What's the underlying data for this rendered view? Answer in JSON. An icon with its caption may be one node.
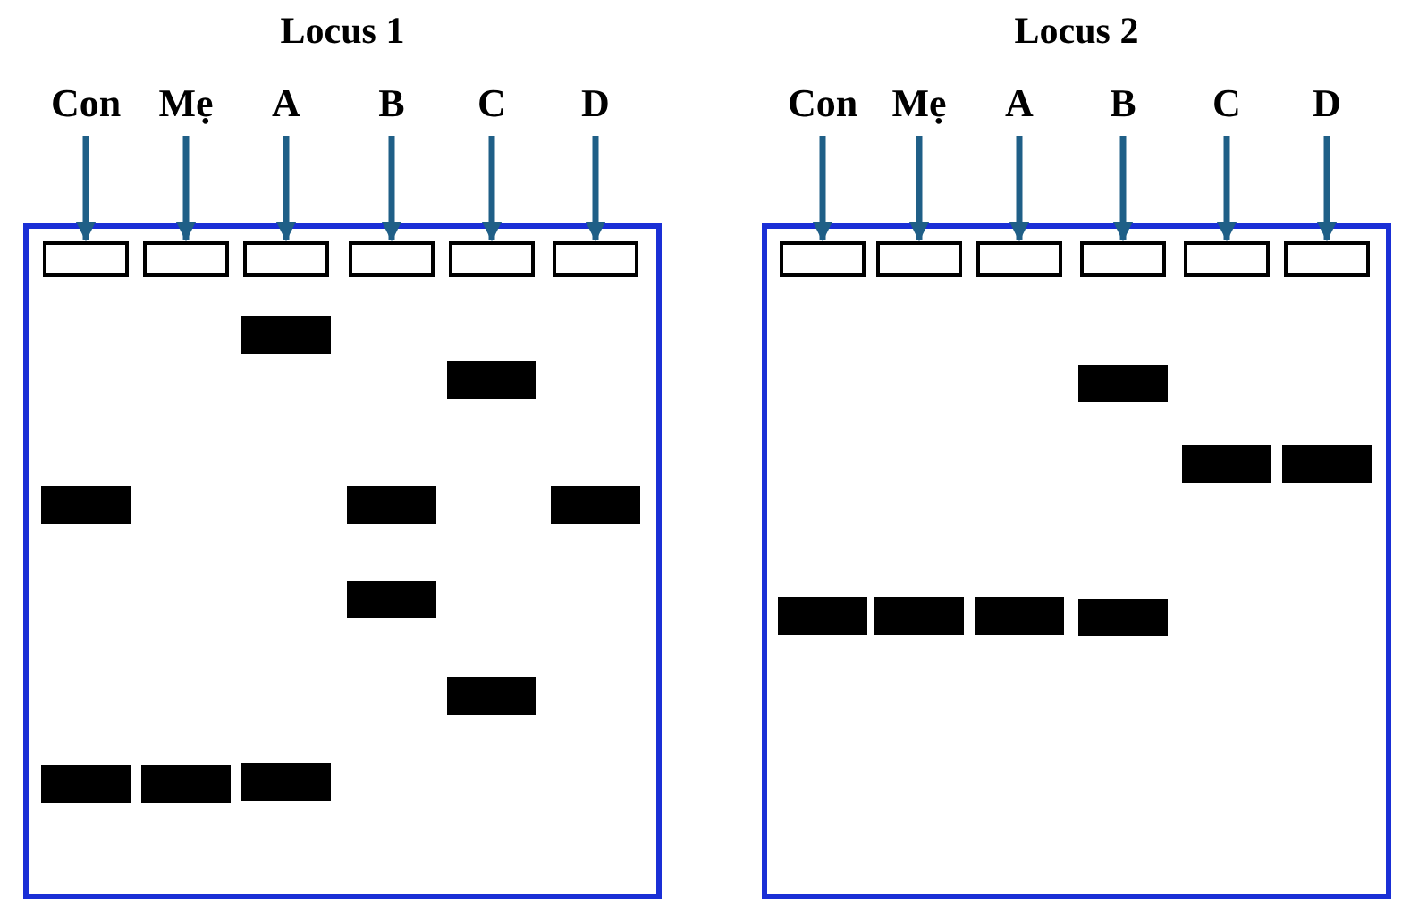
{
  "diagram": {
    "nodes": [
      {
        "text": [
          "Locus 1"
        ]
      },
      {
        "text": [
          "Con"
        ]
      },
      {
        "text": [
          "Mẹ"
        ]
      },
      {
        "text": [
          "A"
        ]
      },
      {
        "text": [
          "B"
        ]
      },
      {
        "text": [
          "C"
        ]
      },
      {
        "text": [
          "D"
        ]
      },
      {
        "text": [],
        "shape": "box",
        "in": 0
      },
      {
        "text": [],
        "shape": "box",
        "in": 0
      },
      {
        "text": [],
        "shape": "box",
        "in": 0
      },
      {
        "text": [],
        "shape": "box",
        "in": 0
      },
      {
        "text": [],
        "shape": "box",
        "in": 0
      },
      {
        "text": [],
        "shape": "box",
        "in": 0
      },
      {
        "text": [],
        "shape": "bar",
        "in": 0
      },
      {
        "text": [],
        "shape": "bar",
        "in": 0
      },
      {
        "text": [],
        "shape": "bar",
        "in": 0
      },
      {
        "text": [],
        "shape": "bar",
        "in": 0
      },
      {
        "text": [],
        "shape": "bar",
        "in": 0
      },
      {
        "text": [],
        "shape": "bar",
        "in": 0
      },
      {
        "text": [],
        "shape": "bar",
        "in": 0
      },
      {
        "text": [],
        "shape": "bar",
        "in": 0
      },
      {
        "text": [],
        "shape": "bar",
        "in": 0
      },
      {
        "text": [],
        "shape": "bar",
        "in": 0
      },
      {
        "text": [
          "Locus 2"
        ]
      },
      {
        "text": [
          "Con"
        ]
      },
      {
        "text": [
          "Mẹ"
        ]
      },
      {
        "text": [
          "A"
        ]
      },
      {
        "text": [
          "B"
        ]
      },
      {
        "text": [
          "C"
        ]
      },
      {
        "text": [
          "D"
        ]
      },
      {
        "text": [],
        "shape": "box",
        "in": 23
      },
      {
        "text": [],
        "shape": "box",
        "in": 23
      },
      {
        "text": [],
        "shape": "box",
        "in": 23
      },
      {
        "text": [],
        "shape": "box",
        "in": 23
      },
      {
        "text": [],
        "shape": "box",
        "in": 23
      },
      {
        "text": [],
        "shape": "box",
        "in": 23
      },
      {
        "text": [],
        "shape": "bar",
        "in": 23
      },
      {
        "text": [],
        "shape": "bar",
        "in": 23
      },
      {
        "text": [],
        "shape": "bar",
        "in": 23
      },
      {
        "text": [],
        "shape": "bar",
        "in": 23
      },
      {
        "text": [],
        "shape": "bar",
        "in": 23
      },
      {
        "text": [],
        "shape": "bar",
        "in": 23
      },
      {
        "text": [],
        "shape": "bar",
        "in": 23
      }
    ],
    "edges": [
      {
        "from": 1,
        "to": 7,
        "arrow": "to"
      },
      {
        "from": 2,
        "to": 8,
        "arrow": "to"
      },
      {
        "from": 3,
        "to": 9,
        "arrow": "to"
      },
      {
        "from": 4,
        "to": 10,
        "arrow": "to"
      },
      {
        "from": 5,
        "to": 11,
        "arrow": "to"
      },
      {
        "from": 6,
        "to": 12,
        "arrow": "to"
      },
      {
        "from": 24,
        "to": 30,
        "arrow": "to"
      },
      {
        "from": 25,
        "to": 31,
        "arrow": "to"
      },
      {
        "from": 26,
        "to": 32,
        "arrow": "to"
      },
      {
        "from": 27,
        "to": 33,
        "arrow": "to"
      },
      {
        "from": 28,
        "to": 34,
        "arrow": "to"
      },
      {
        "from": 29,
        "to": 35,
        "arrow": "to"
      }
    ]
  }
}
